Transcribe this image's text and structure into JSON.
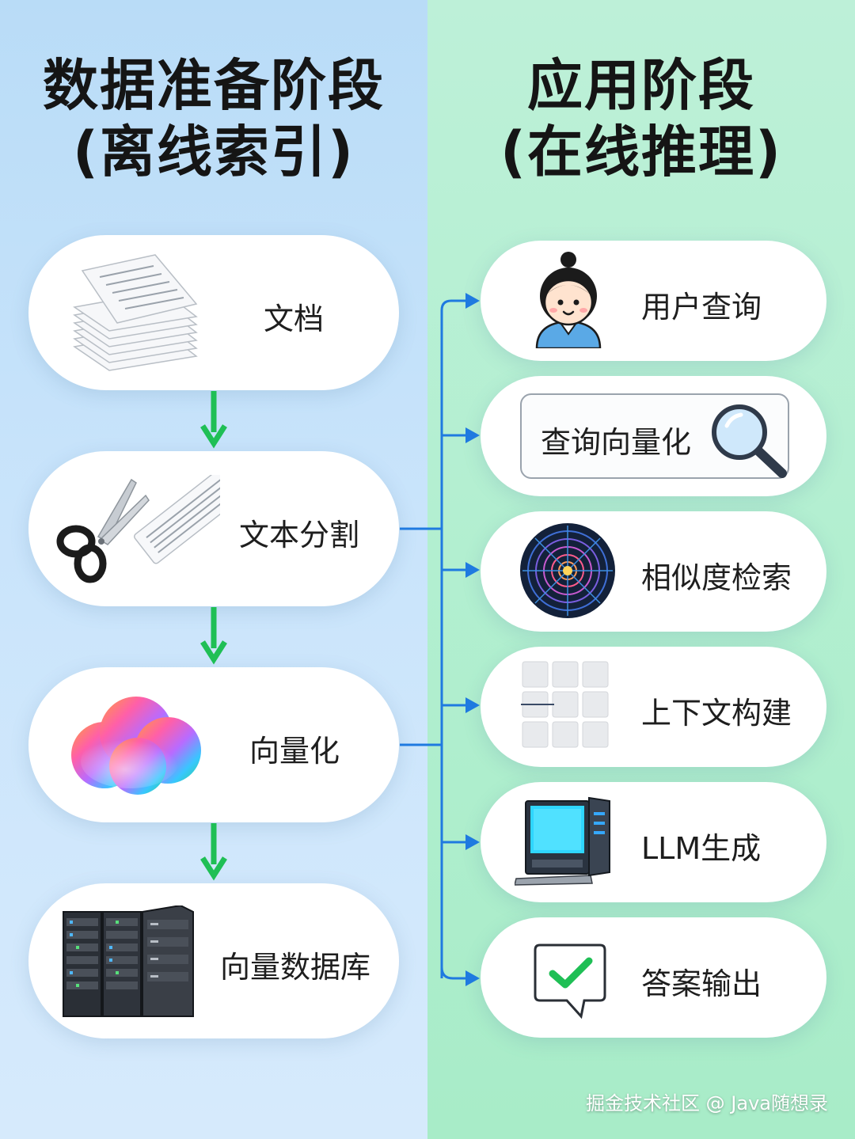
{
  "left_panel": {
    "title_line1": "数据准备阶段",
    "title_line2": "(离线索引)",
    "steps": [
      {
        "label": "文档",
        "icon": "document-stack-icon"
      },
      {
        "label": "文本分割",
        "icon": "scissors-paper-icon"
      },
      {
        "label": "向量化",
        "icon": "gradient-cloud-icon"
      },
      {
        "label": "向量数据库",
        "icon": "server-rack-icon"
      }
    ]
  },
  "right_panel": {
    "title_line1": "应用阶段",
    "title_line2": "(在线推理)",
    "steps": [
      {
        "label": "用户查询",
        "icon": "user-avatar-icon"
      },
      {
        "label": "查询向量化",
        "icon": "magnifier-icon"
      },
      {
        "label": "相似度检索",
        "icon": "radar-icon"
      },
      {
        "label": "上下文构建",
        "icon": "block-grid-icon"
      },
      {
        "label": "LLM生成",
        "icon": "computer-icon"
      },
      {
        "label": "答案输出",
        "icon": "checkmark-bubble-icon"
      }
    ]
  },
  "colors": {
    "left_bg": "#c9e4fb",
    "right_bg": "#b2efd0",
    "down_arrow": "#1fbf55",
    "connector": "#1f7ae0"
  },
  "watermark": "掘金技术社区 @ Java随想录"
}
